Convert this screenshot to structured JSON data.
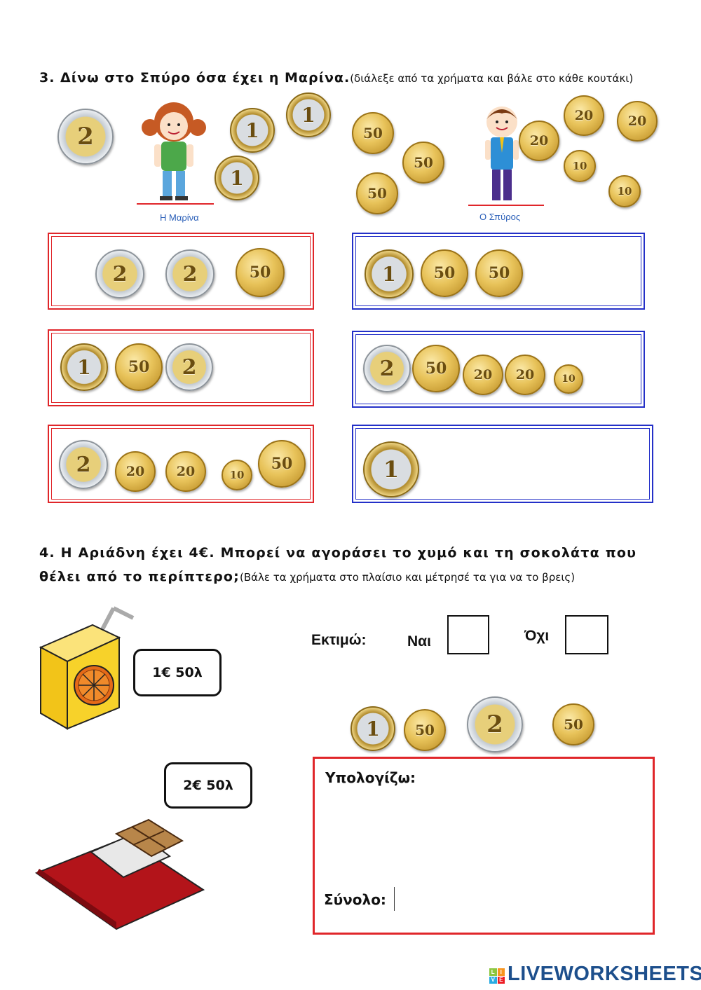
{
  "question3": {
    "title": "3. Δίνω στο Σπύρο όσα έχει η Μαρίνα.",
    "note": "(διάλεξε από τα χρήματα και βάλε στο κάθε κουτάκι)",
    "marina_caption": "Η Μαρίνα",
    "spyros_caption": "Ο Σπύρος"
  },
  "question4": {
    "line1": "4. Η Αριάδνη έχει 4€. Μπορεί να αγοράσει το χυμό και τη σοκολάτα που",
    "line2": "θέλει από το περίπτερο;",
    "note": "(Βάλε τα χρήματα στο πλαίσιο και μέτρησέ τα για να το βρεις)",
    "juice_price": "1€ 50λ",
    "chocolate_price": "2€ 50λ",
    "estimate_label": "Εκτιμώ:",
    "yes_label": "Ναι",
    "no_label": "Όχι",
    "calculate_label": "Υπολογίζω:",
    "total_label": "Σύνολο:",
    "total_value": ""
  },
  "coin_labels": {
    "two_euro": "2",
    "one_euro": "1",
    "fifty": "50",
    "twenty": "20",
    "ten": "10"
  },
  "brand": {
    "name": "LIVEWORKSHEETS",
    "badge": [
      "L",
      "I",
      "V",
      "E"
    ]
  },
  "colors": {
    "red": "#e0262a",
    "blue": "#2430c8",
    "brand_blue": "#1d4f8c"
  }
}
